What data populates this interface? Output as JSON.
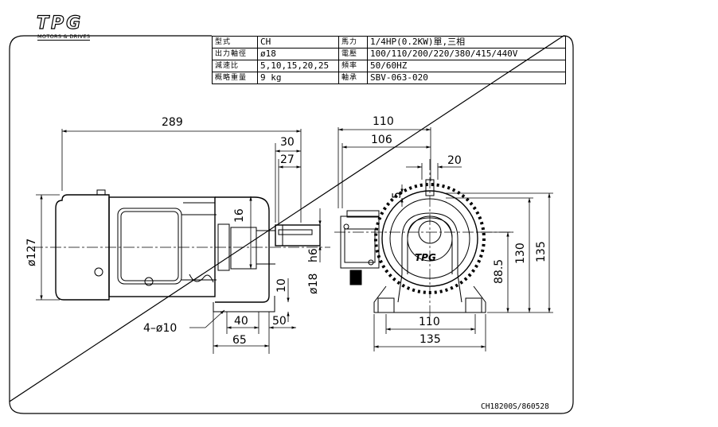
{
  "logo": {
    "brand": "TPG",
    "tagline": "MOTORS & DRIVES"
  },
  "spec_table": {
    "rows": [
      {
        "label1": "型式",
        "value1": "CH",
        "label2": "馬力",
        "value2": "1/4HP(0.2KW)單,三相"
      },
      {
        "label1": "出力軸徑",
        "value1": "ø18",
        "label2": "電壓",
        "value2": "100/110/200/220/380/415/440V"
      },
      {
        "label1": "減速比",
        "value1": "5,10,15,20,25",
        "label2": "頻率",
        "value2": "50/60HZ"
      },
      {
        "label1": "概略重量",
        "value1": "9 kg",
        "label2": "軸承",
        "value2": "SBV-063-020"
      }
    ]
  },
  "dimensions": {
    "overall_length": "289",
    "d30": "30",
    "d27": "27",
    "d16": "16",
    "d127": "ø127",
    "h6": "h6",
    "d18": "ø18",
    "d10": "10",
    "d40": "40",
    "d50": "50",
    "d65": "65",
    "holes": "4–ø10",
    "w110_top": "110",
    "w106": "106",
    "d20": "20",
    "d5": "5",
    "h88_5": "88.5",
    "h130": "130",
    "h135": "135",
    "w110_bottom": "110",
    "w135_bottom": "135",
    "front_logo": "TPG"
  },
  "drawing_number": "CH18200S/860528"
}
